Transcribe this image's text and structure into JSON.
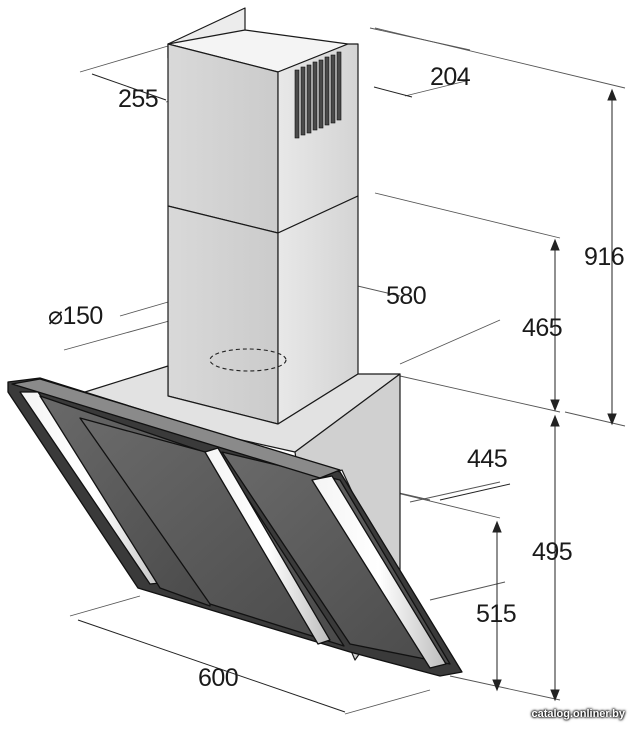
{
  "dimensions": {
    "chimney_width": "255",
    "chimney_depth": "204",
    "total_height": "916",
    "body_depth": "580",
    "duct_diameter": "⌀150",
    "chimney_lower_height": "465",
    "canopy_depth": "445",
    "canopy_height": "495",
    "glass_height": "515",
    "overall_width": "600"
  },
  "watermark": "catalog.onliner.by",
  "colors": {
    "line": "#1a1a1a",
    "steel_light": "#e6e6e6",
    "steel_mid": "#cfcfcf",
    "steel_dark": "#b8b8b8",
    "glass": "#555555",
    "glass_dark": "#3c3c3c"
  }
}
